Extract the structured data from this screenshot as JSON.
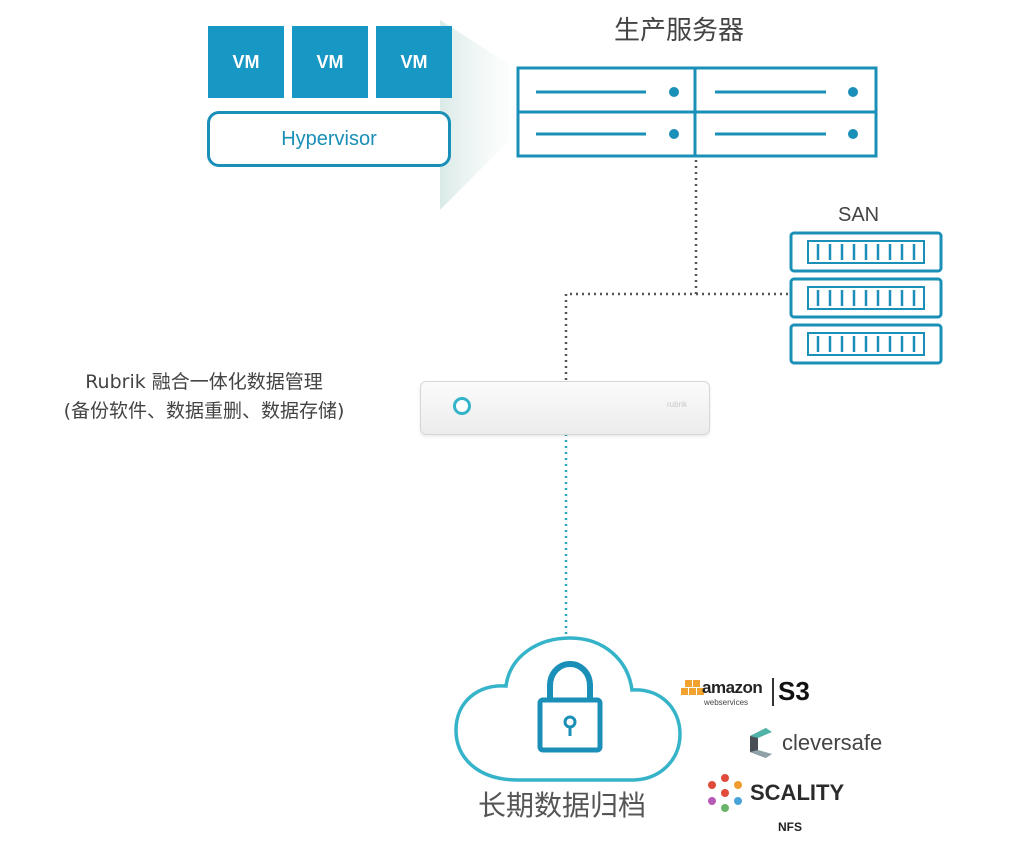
{
  "vm_label": "VM",
  "hypervisor_label": "Hypervisor",
  "production_server_label": "生产服务器",
  "san_label": "SAN",
  "rubrik": {
    "line1": "Rubrik 融合一体化数据管理",
    "line2": "(备份软件、数据重删、数据存储)"
  },
  "archive_label": "长期数据归档",
  "logos": {
    "amazon_word": "amazon",
    "amazon_sub": "webservices",
    "s3": "S3",
    "cleversafe": "cleversafe",
    "scality": "SCALITY",
    "nfs": "NFS"
  },
  "colors": {
    "accent": "#1a8fb8",
    "vm_fill": "#1797c4",
    "cloud_stroke": "#35b3c9",
    "dotted_line": "#555555",
    "dotted_line_teal": "#2ba6bb"
  }
}
